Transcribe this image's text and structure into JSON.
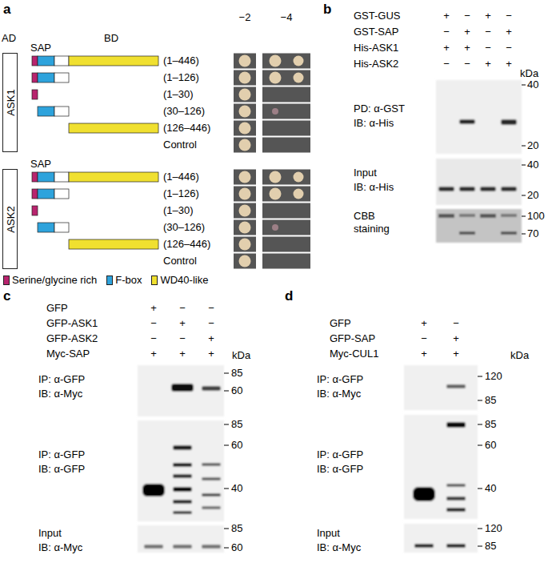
{
  "diagram": {
    "nodes": [
      {
        "text": [
          "ASK1"
        ]
      },
      {
        "text": [
          "ASK2"
        ]
      }
    ],
    "labels": [
      "a",
      "−2",
      "−4",
      "AD",
      "BD",
      "SAP",
      "(1–446)",
      "(1–126)",
      "(1–30)",
      "(30–126)",
      "(126–446)",
      "Control",
      "SAP",
      "(1–446)",
      "(1–126)",
      "(1–30)",
      "(30–126)",
      "(126–446)",
      "Control",
      "b",
      "GST-GUS",
      "+",
      "−",
      "+",
      "−",
      "GST-SAP",
      "−",
      "+",
      "−",
      "+",
      "His-ASK1",
      "+",
      "+",
      "−",
      "−",
      "His-ASK2",
      "−",
      "−",
      "+",
      "+",
      "kDa",
      "PD: α-GST",
      "IB: α-His",
      "40",
      "20",
      "Input",
      "IB: α-His",
      "40",
      "20",
      "CBB staining",
      "100",
      "70",
      "c",
      "GFP",
      "+",
      "−",
      "−",
      "GFP-ASK1",
      "−",
      "+",
      "−",
      "GFP-ASK2",
      "−",
      "−",
      "+",
      "Myc-SAP",
      "+",
      "+",
      "+",
      "kDa",
      "IP: α-GFP",
      "IB: α-Myc",
      "85",
      "60",
      "IP: α-GFP",
      "IB: α-GFP",
      "85",
      "60",
      "40",
      "Input",
      "IB: α-Myc",
      "85",
      "60",
      "d",
      "GFP",
      "+",
      "−",
      "GFP-SAP",
      "−",
      "+",
      "Myc-CUL1",
      "+",
      "+",
      "kDa",
      "IP: α-GFP",
      "IB: α-Myc",
      "120",
      "85",
      "IP: α-GFP",
      "IB: α-GFP",
      "85",
      "60",
      "40",
      "Input",
      "IB: α-Myc",
      "120",
      "85"
    ],
    "legend": [
      {
        "text": "Serine/glycine rich",
        "color": "#b8246e"
      },
      {
        "text": "F-box",
        "color": "#2ea3dc"
      },
      {
        "text": "WD40-like",
        "color": "#f0e030"
      }
    ]
  }
}
